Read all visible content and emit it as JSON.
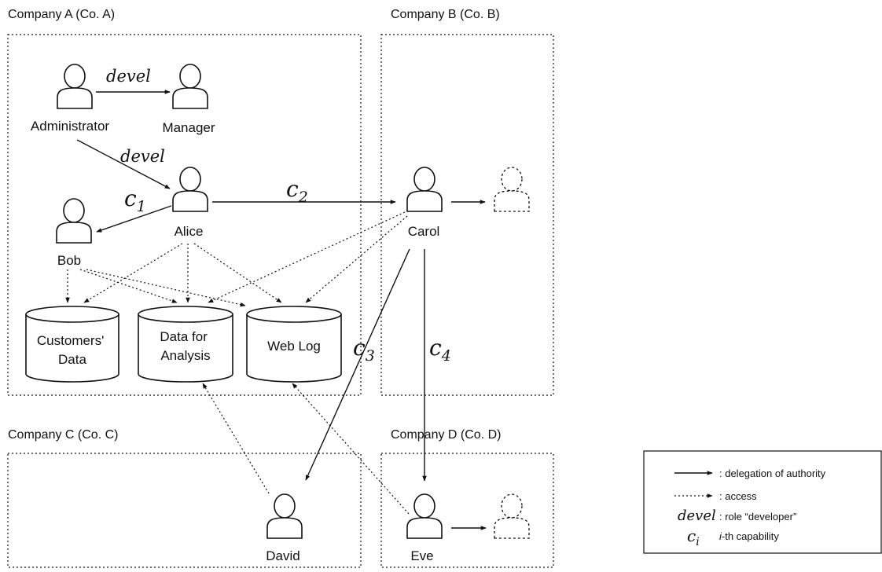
{
  "companies": {
    "a": "Company A (Co. A)",
    "b": "Company B (Co. B)",
    "c": "Company C (Co. C)",
    "d": "Company D (Co. D)"
  },
  "people": {
    "administrator": "Administrator",
    "manager": "Manager",
    "alice": "Alice",
    "bob": "Bob",
    "carol": "Carol",
    "david": "David",
    "eve": "Eve"
  },
  "databases": {
    "customers": [
      "Customers'",
      "Data"
    ],
    "analysis": [
      "Data for",
      "Analysis"
    ],
    "weblog": [
      "Web Log"
    ]
  },
  "edge_labels": {
    "devel_1": "devel",
    "devel_2": "devel",
    "c1": {
      "base": "c",
      "sub": "1"
    },
    "c2": {
      "base": "c",
      "sub": "2"
    },
    "c3": {
      "base": "c",
      "sub": "3"
    },
    "c4": {
      "base": "c",
      "sub": "4"
    }
  },
  "legend": {
    "delegation": ": delegation of authority",
    "access": ": access",
    "devel_symbol": "devel",
    "devel_desc": ": role “developer”",
    "ci_symbol": {
      "base": "c",
      "sub": "i"
    },
    "ci_desc_italic": "i",
    "ci_desc_rest": "-th capability"
  }
}
